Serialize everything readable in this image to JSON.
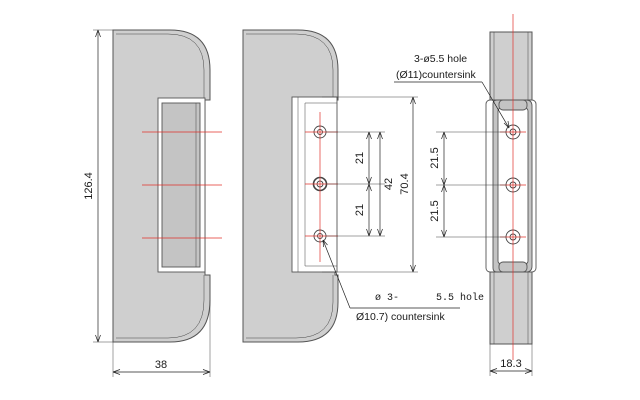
{
  "drawing": {
    "views": [
      "front-view",
      "section-view",
      "side-view"
    ],
    "dimensions": {
      "overall_height": "126.4",
      "width": "38",
      "depth": "18.3",
      "pitch_upper": "21",
      "pitch_lower": "21",
      "hole_span": "42",
      "plate_height": "70.4",
      "side_pitch_upper": "21.5",
      "side_pitch_lower": "21.5"
    },
    "notes": {
      "side_hole_line1": "3-ø5.5 hole",
      "side_hole_line2": "(Ø11)countersink",
      "front_hole_line1_a": "ø  3-",
      "front_hole_line1_b": "5.5 hole",
      "front_hole_line2": "Ø10.7) countersink"
    },
    "colors": {
      "body_fill": "#cfcfcf",
      "centerline": "#e0302a",
      "outline": "#555555"
    }
  }
}
